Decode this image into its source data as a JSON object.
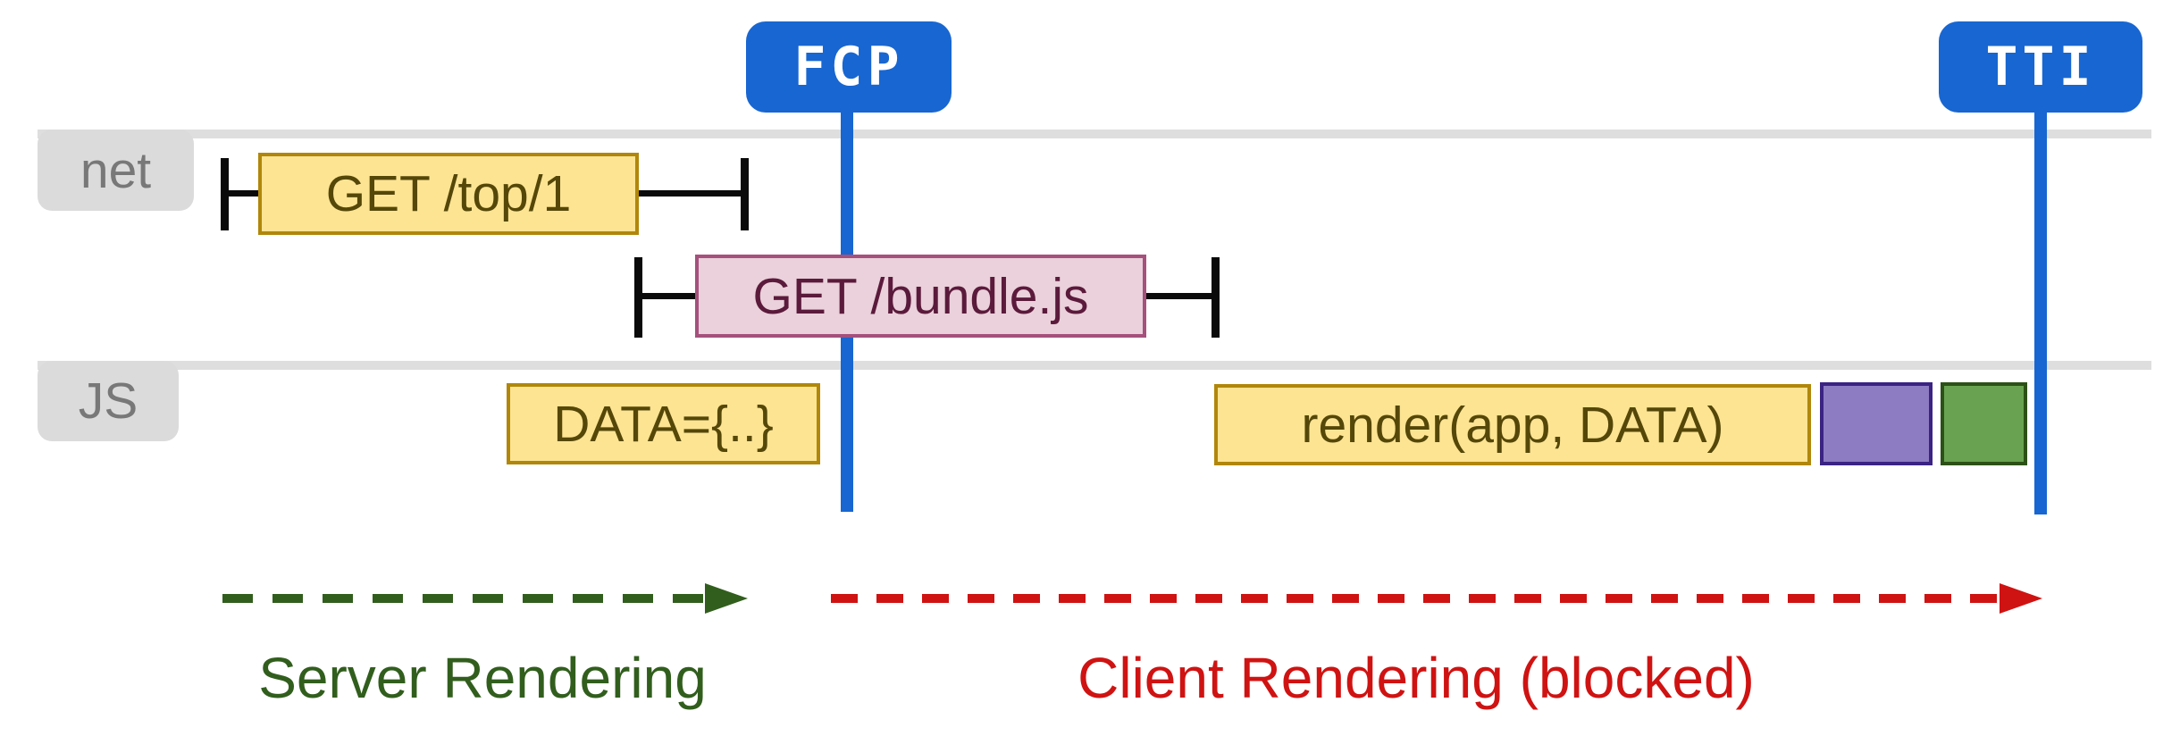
{
  "markers": {
    "fcp": "FCP",
    "tti": "TTI"
  },
  "lanes": {
    "net": "net",
    "js": "JS"
  },
  "network_requests": [
    {
      "label": "GET /top/1",
      "style": "yellow"
    },
    {
      "label": "GET /bundle.js",
      "style": "pink"
    }
  ],
  "js_tasks": [
    {
      "label": "DATA={..}",
      "style": "yellow"
    },
    {
      "label": "render(app, DATA)",
      "style": "yellow"
    },
    {
      "label": "",
      "style": "purple"
    },
    {
      "label": "",
      "style": "green"
    }
  ],
  "phases": {
    "server": "Server Rendering",
    "client": "Client Rendering (blocked)"
  },
  "colors": {
    "blue": "#1866d1",
    "lane_gray": "#dedede",
    "label_gray": "#dbdbdb",
    "label_text": "#787878",
    "yellow_fill": "#fce493",
    "yellow_border": "#b1870b",
    "yellow_text": "#554708",
    "pink_fill": "#ead1db",
    "pink_border": "#a5517c",
    "pink_text": "#5b1a3b",
    "purple_fill": "#8e7cc3",
    "purple_border": "#3a2383",
    "green_fill": "#69a351",
    "green_border": "#2c5116",
    "whisker_black": "#0a0a0a",
    "server_green": "#315e1d",
    "client_red": "#cf1312"
  }
}
